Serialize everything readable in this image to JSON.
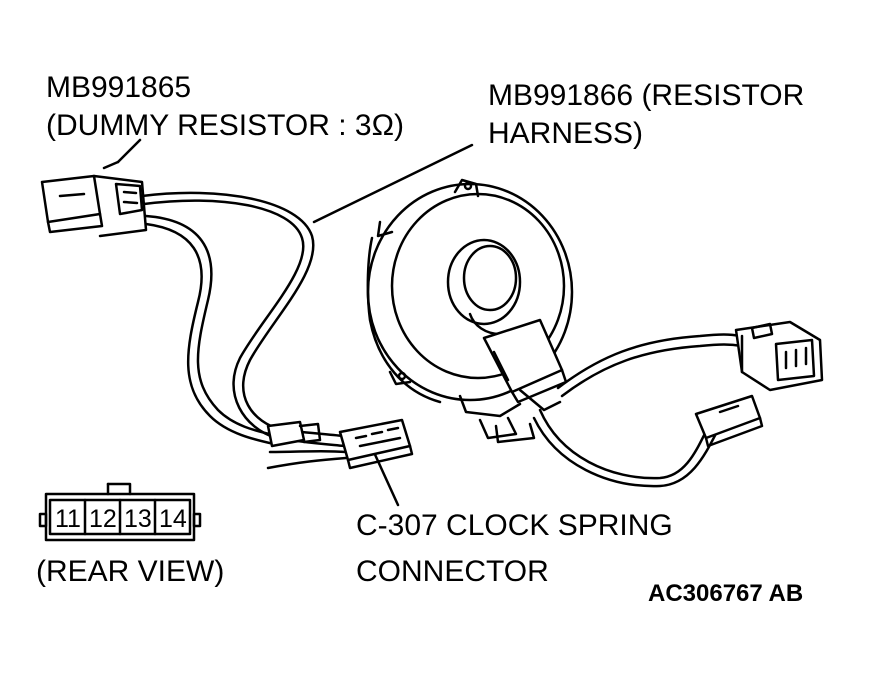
{
  "labels": {
    "dummy_resistor_part": "MB991865",
    "dummy_resistor_desc": "(DUMMY RESISTOR : 3Ω)",
    "resistor_harness_part": "MB991866 (RESISTOR",
    "resistor_harness_desc": "HARNESS)",
    "clock_spring_line1": "C-307 CLOCK SPRING",
    "clock_spring_line2": "CONNECTOR",
    "rear_view": "(REAR VIEW)",
    "figure_code": "AC306767 AB"
  },
  "connector_pins": [
    "11",
    "12",
    "13",
    "14"
  ]
}
